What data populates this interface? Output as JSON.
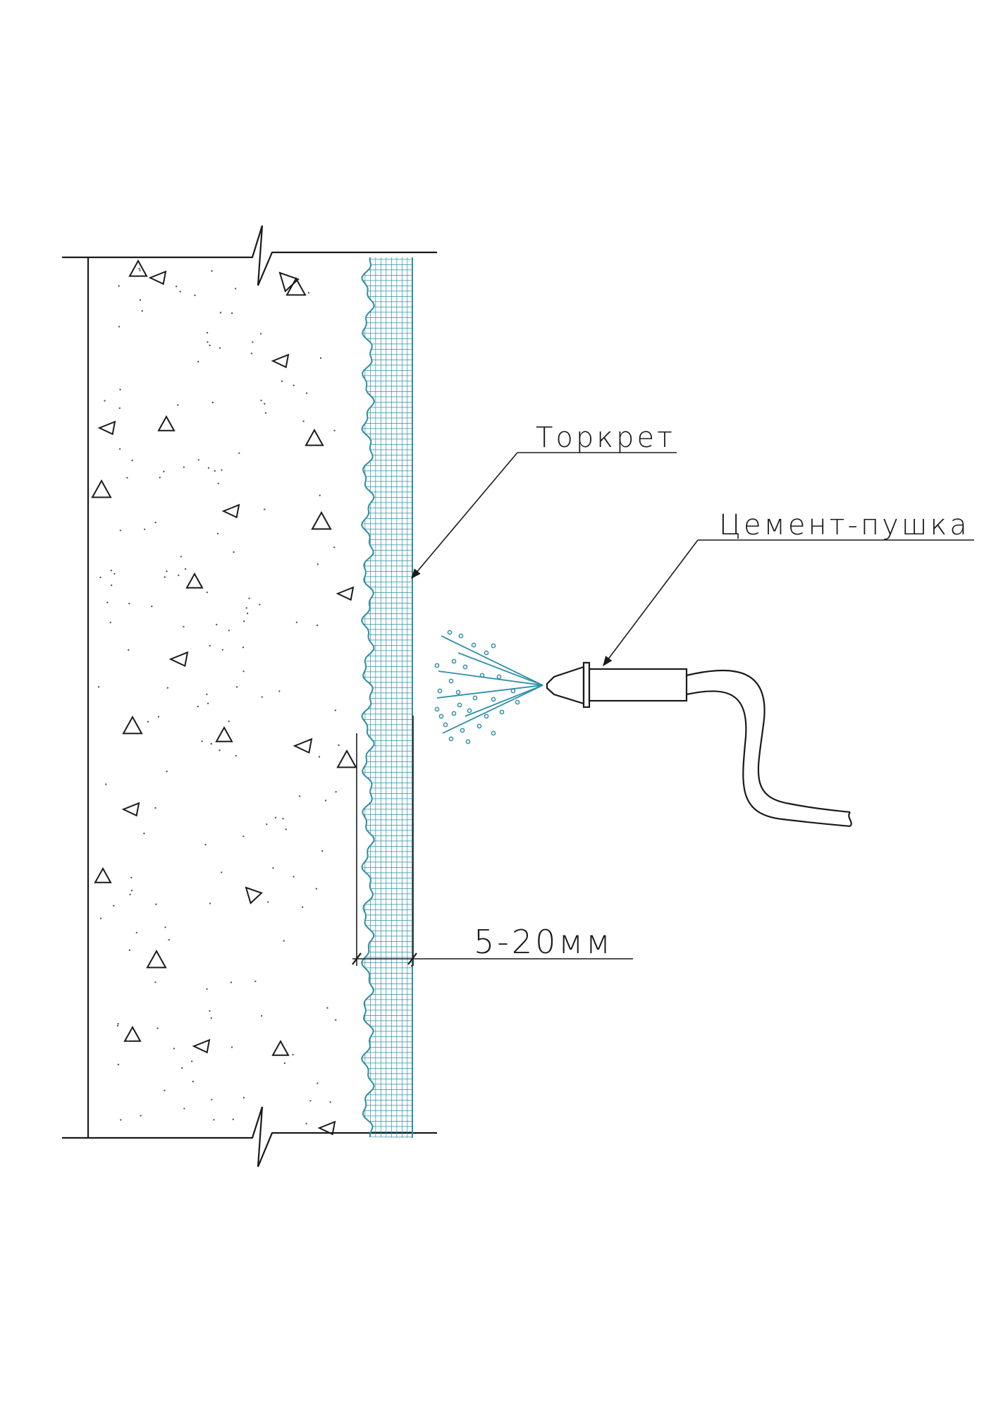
{
  "labels": {
    "torkret": "Торкрет",
    "gun": "Цемент-пушка",
    "thickness": "5-20мм"
  },
  "colors": {
    "line": "#1a1a1a",
    "mesh": "#2f8fa6",
    "background": "#ffffff"
  }
}
